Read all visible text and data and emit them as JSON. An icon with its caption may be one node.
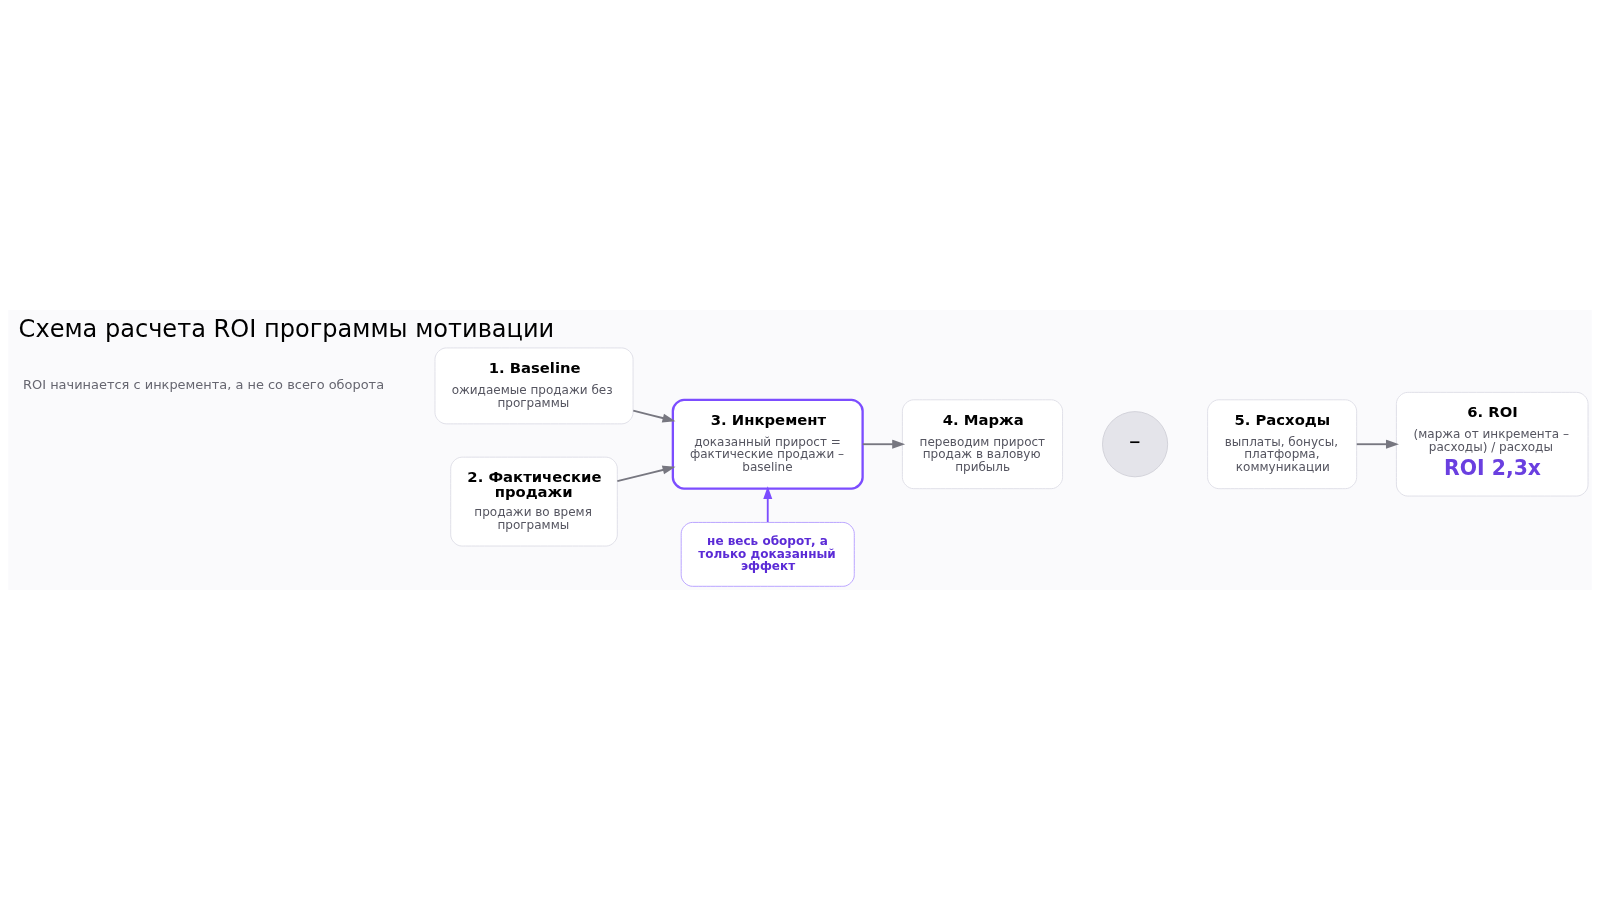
{
  "diagram": {
    "title": "Схема расчета ROI программы мотивации",
    "nodes": [
      {
        "text": [
          "1. Baseline",
          "ожидаемые продажи без программы"
        ]
      },
      {
        "text": [
          "2. Фактические продажи",
          "продажи во время программы"
        ]
      },
      {
        "text": [
          "3. Инкремент",
          "доказанный прирост = фактические продажи – baseline"
        ]
      },
      {
        "text": [
          "4. Маржа",
          "переводим прирост продаж в валовую прибыль"
        ]
      },
      {
        "text": [
          "−"
        ]
      },
      {
        "text": [
          "5. Расходы",
          "выплаты, бонусы, платформа, коммуникации"
        ]
      },
      {
        "text": [
          "6. ROI",
          "(маржа от инкремента – расходы) / расходы",
          "ROI 2,3x"
        ]
      },
      {
        "text": [
          "не весь оборот, а только доказанный эффект"
        ]
      }
    ],
    "edges": [
      {
        "from": 0,
        "to": 2,
        "arrow": "to"
      },
      {
        "from": 1,
        "to": 2,
        "arrow": "to"
      },
      {
        "from": 2,
        "to": 3,
        "arrow": "to"
      },
      {
        "from": 5,
        "to": 6,
        "arrow": "to"
      },
      {
        "from": 7,
        "to": 2,
        "arrow": "to",
        "color": "#7c4dff"
      }
    ],
    "labels": [
      "ROI начинается с инкремента, а не со всего оборота"
    ]
  }
}
